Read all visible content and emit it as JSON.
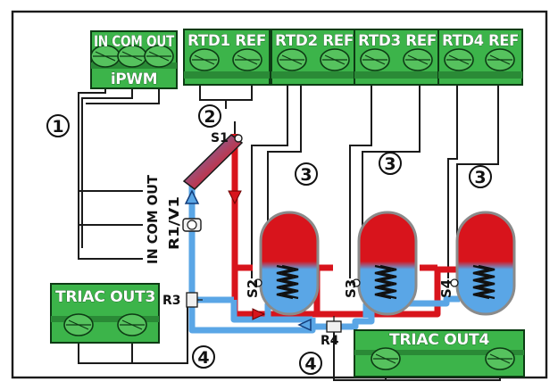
{
  "terminals": {
    "ipwm": {
      "pins": "IN COM OUT",
      "name": "iPWM"
    },
    "rtd1": "RTD1 REF",
    "rtd2": "RTD2 REF",
    "rtd3": "RTD3 REF",
    "rtd4": "RTD4 REF",
    "triac3": "TRIAC OUT3",
    "triac4": "TRIAC OUT4"
  },
  "labels": {
    "pump_pins": "IN COM OUT",
    "pump": "R1/V1",
    "s1": "S1",
    "s2": "S2",
    "s3": "S3",
    "s4": "S4",
    "r3": "R3",
    "r4": "R4"
  },
  "markers": {
    "m1": "1",
    "m2": "2",
    "m3a": "3",
    "m3b": "3",
    "m3c": "3",
    "m4a": "4",
    "m4b": "4"
  },
  "colors": {
    "hot": "#d8141c",
    "cold": "#5aa6e6",
    "terminal": "#3cb44a",
    "frame": "#1a1a1a"
  }
}
